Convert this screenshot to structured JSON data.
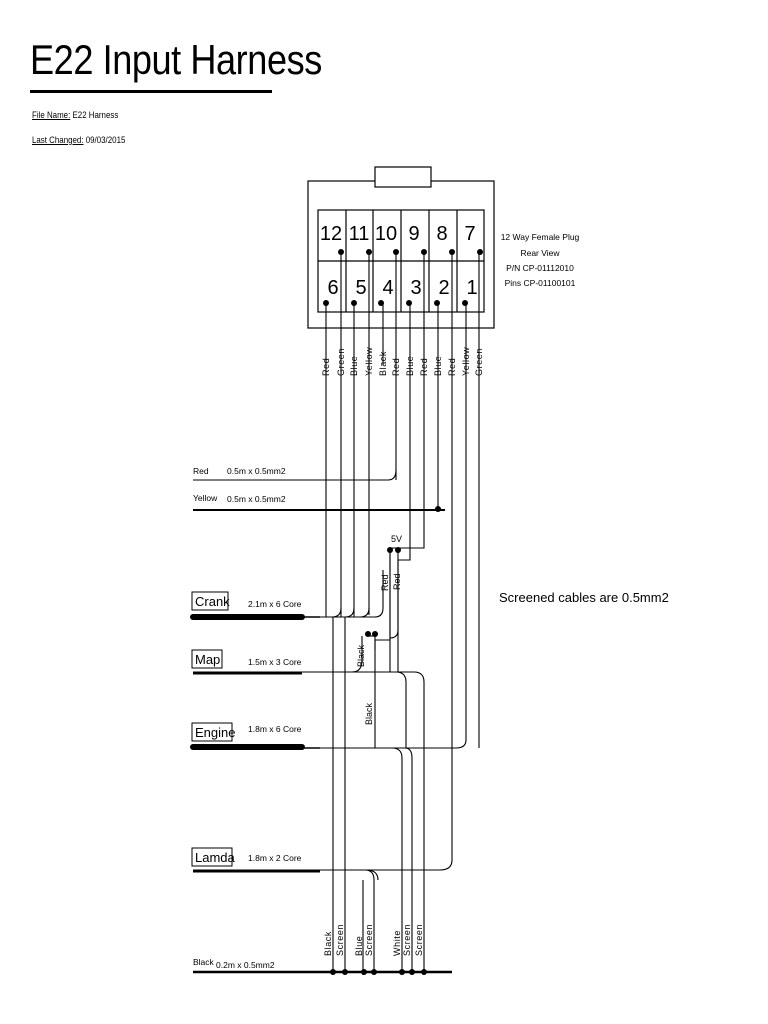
{
  "title": "E22 Input Harness",
  "meta": {
    "file_label": "File Name:",
    "file_value": "E22 Harness",
    "changed_label": "Last Changed:",
    "changed_value": "09/03/2015"
  },
  "connector": {
    "top_pins": [
      "12",
      "11",
      "10",
      "9",
      "8",
      "7"
    ],
    "bottom_pins": [
      "6",
      "5",
      "4",
      "3",
      "2",
      "1"
    ],
    "info_lines": [
      "12 Way Female Plug",
      "Rear View",
      "P/N CP-01112010",
      "Pins CP-01100101"
    ]
  },
  "pin_wire_colors": [
    "Red",
    "Green",
    "Blue",
    "Yellow",
    "Black",
    "Red",
    "Blue",
    "Red",
    "Blue",
    "Red",
    "Yellow",
    "Green"
  ],
  "cables": {
    "red_wire": {
      "label": "Red",
      "spec": "0.5m x 0.5mm2"
    },
    "yellow_wire": {
      "label": "Yellow",
      "spec": "0.5m x 0.5mm2"
    },
    "crank": {
      "label": "Crank",
      "spec": "2.1m x 6 Core"
    },
    "map": {
      "label": "Map",
      "spec": "1.5m x 3 Core"
    },
    "engine": {
      "label": "Engine",
      "spec": "1.8m x 6 Core"
    },
    "lamda": {
      "label": "Lamda",
      "spec": "1.8m x 2 Core"
    },
    "black_wire": {
      "label": "Black",
      "spec": "0.2m x 0.5mm2"
    }
  },
  "mid_labels": {
    "five_v": "5V",
    "red_a": "Red",
    "red_b": "Red",
    "black_a": "Black",
    "black_b": "Black"
  },
  "bottom_wire_labels": [
    "Black",
    "Screen",
    "Blue",
    "Screen",
    "White",
    "Screen",
    "Screen"
  ],
  "note": "Screened cables are 0.5mm2"
}
